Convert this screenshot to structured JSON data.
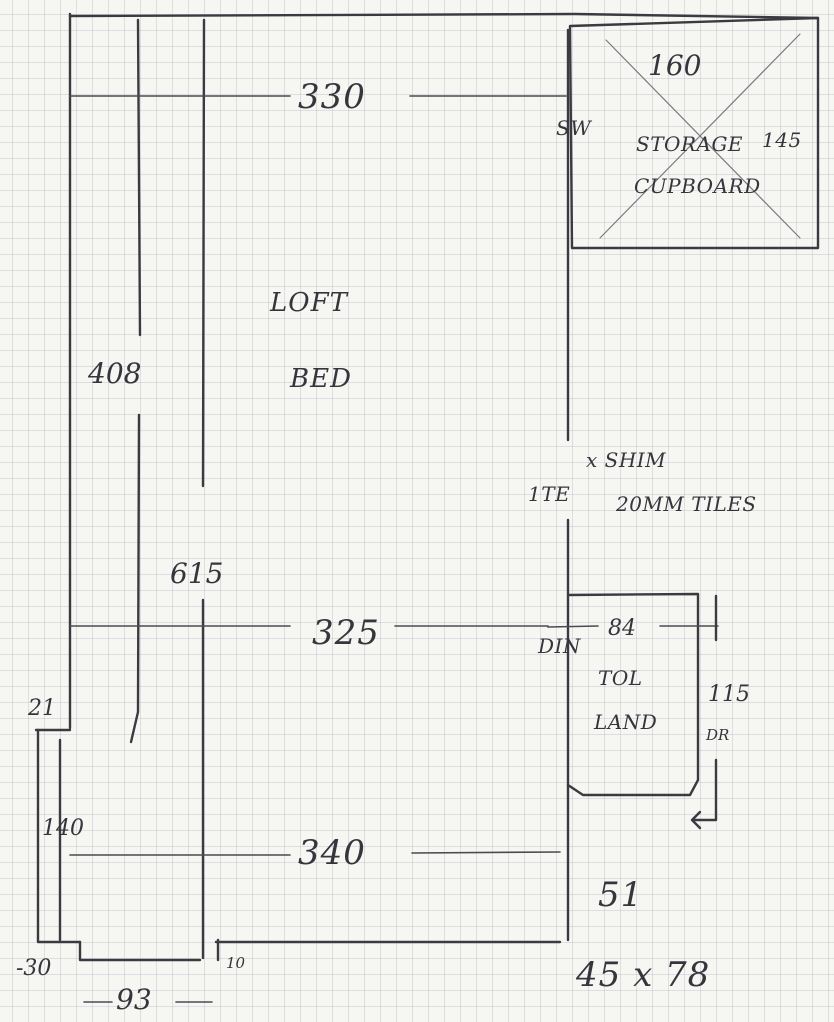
{
  "plan": {
    "main_width_top": "330",
    "main_width_mid": "325",
    "main_width_bottom": "340",
    "loft_height": "408",
    "total_height": "615",
    "step_width": "21",
    "side_height": "140",
    "bottom_left_offset": "-30",
    "bottom_width": "93",
    "bottom_small": "10",
    "lower_right_dim": "51",
    "footnote_dim": "45 x 78"
  },
  "rooms": {
    "loft_label": "LOFT",
    "bed_label": "BED",
    "storage_width": "160",
    "storage_depth": "145",
    "storage_label": "STORAGE",
    "storage_sub": "CUPBOARD",
    "sw_tag": "SW",
    "wall_note_1": "1TE",
    "wall_note_2": "x SHIM",
    "wall_note_3": "20MM TILES",
    "din_tag": "DIN",
    "wc_width": "84",
    "wc_label": "TOL",
    "wc_sub": "LAND",
    "wc_height": "115",
    "wc_side": "DR"
  }
}
